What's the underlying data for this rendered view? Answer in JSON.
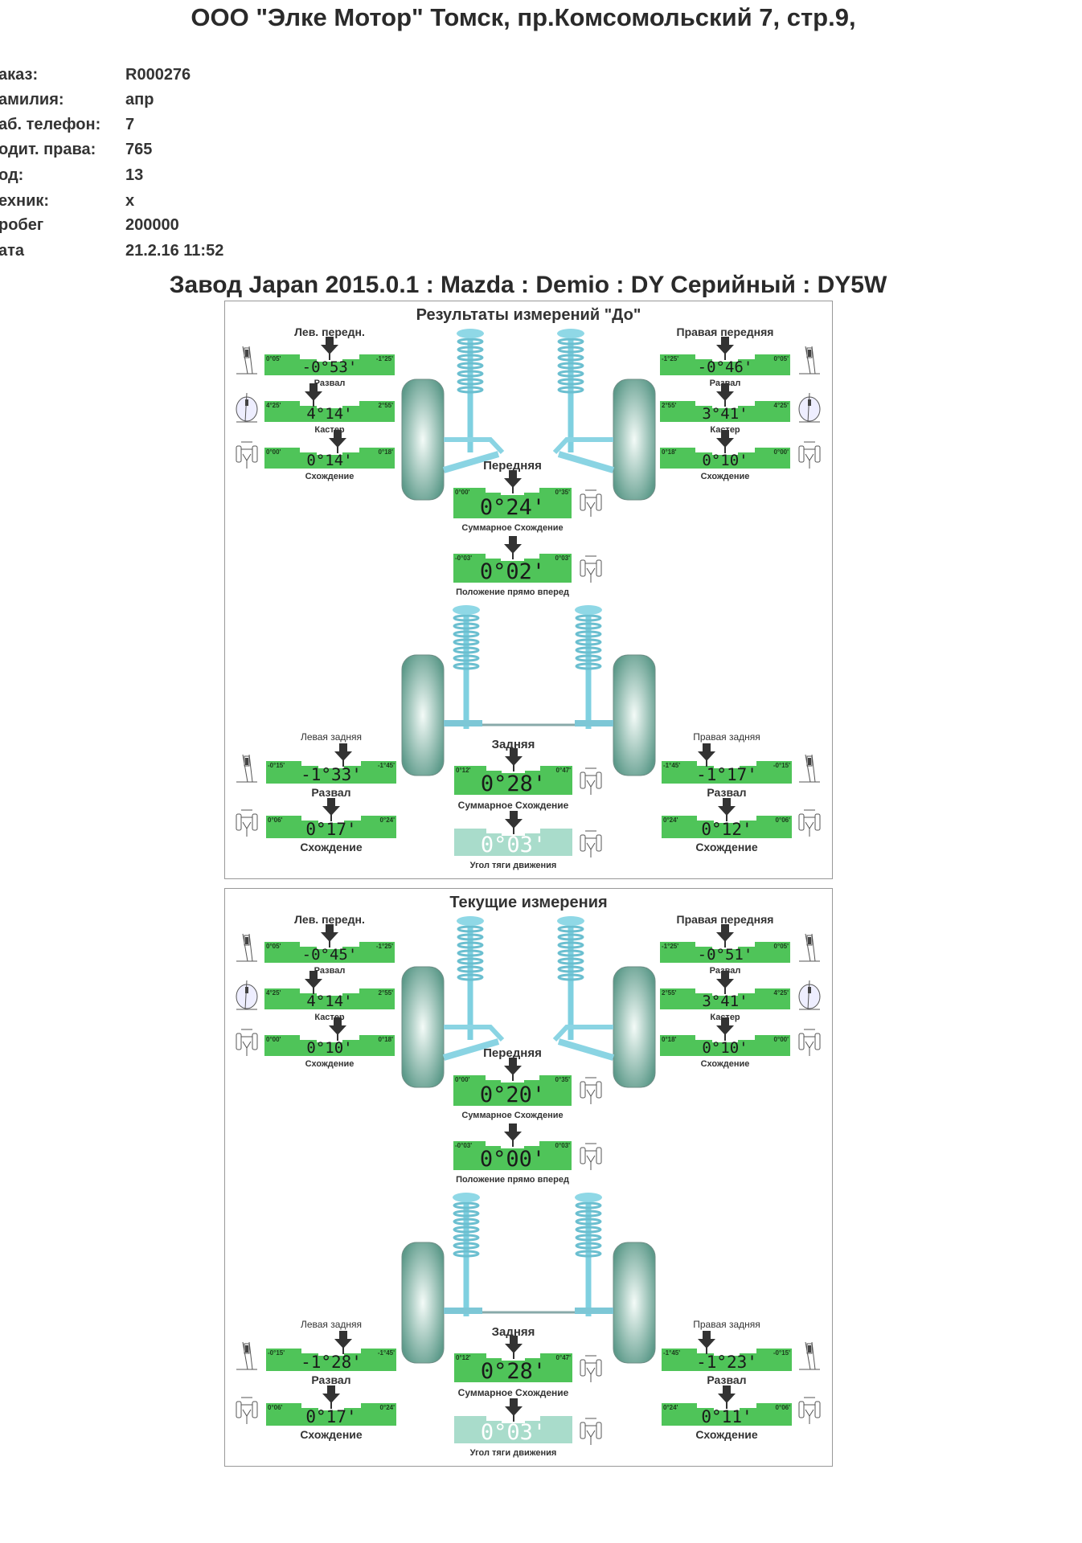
{
  "header": {
    "company": "ООО \"Элке Мотор\" Томск, пр.Комсомольский 7, стр.9,",
    "model_line": "Завод Japan 2015.0.1 : Mazda : Demio : DY Серийный : DY5W"
  },
  "info": [
    {
      "label": "аказ:",
      "value": "R000276"
    },
    {
      "label": "амилия:",
      "value": "апр"
    },
    {
      "label": "аб. телефон:",
      "value": "7"
    },
    {
      "label": "одит. права:",
      "value": "765"
    },
    {
      "label": "од:",
      "value": "13"
    },
    {
      "label": "ехник:",
      "value": "x"
    },
    {
      "label": "робег",
      "value": "200000"
    },
    {
      "label": "ата",
      "value": "21.2.16 11:52"
    }
  ],
  "panels": [
    {
      "title": "Результаты измерений \"До\"",
      "front_left": {
        "title": "Лев. передн.",
        "camber": {
          "label": "Развал",
          "min": "0°05'",
          "max": "-1°25'",
          "value": "-0°53'"
        },
        "caster": {
          "label": "Кастер",
          "min": "4°25'",
          "max": "2°55'",
          "value": "4°14'"
        },
        "toe": {
          "label": "Схождение",
          "min": "0°00'",
          "max": "0°18'",
          "value": "0°14'"
        }
      },
      "front_right": {
        "title": "Правая передняя",
        "camber": {
          "label": "Развал",
          "min": "-1°25'",
          "max": "0°05'",
          "value": "-0°46'"
        },
        "caster": {
          "label": "Кастер",
          "min": "2°55'",
          "max": "4°25'",
          "value": "3°41'"
        },
        "toe": {
          "label": "Схождение",
          "min": "0°18'",
          "max": "0°00'",
          "value": "0°10'"
        }
      },
      "front_axle": {
        "title": "Передняя",
        "total_toe": {
          "label": "Суммарное Схождение",
          "min": "0°00'",
          "max": "0°35'",
          "value": "0°24'"
        },
        "straight_ahead": {
          "label": "Положение прямо вперед",
          "min": "-0°03'",
          "max": "0°03'",
          "value": "0°02'"
        }
      },
      "rear_left": {
        "title": "Левая задняя",
        "camber": {
          "label": "Развал",
          "min": "-0°15'",
          "max": "-1°45'",
          "value": "-1°33'"
        },
        "toe": {
          "label": "Схождение",
          "min": "0°06'",
          "max": "0°24'",
          "value": "0°17'"
        }
      },
      "rear_axle": {
        "title": "Задняя",
        "total_toe": {
          "label": "Суммарное Схождение",
          "min": "0°12'",
          "max": "0°47'",
          "value": "0°28'"
        },
        "thrust_angle": {
          "label": "Угол тяги движения",
          "min": "",
          "max": "",
          "value": "0°03'"
        }
      },
      "rear_right": {
        "title": "Правая задняя",
        "camber": {
          "label": "Развал",
          "min": "-1°45'",
          "max": "-0°15'",
          "value": "-1°17'"
        },
        "toe": {
          "label": "Схождение",
          "min": "0°24'",
          "max": "0°06'",
          "value": "0°12'"
        }
      }
    },
    {
      "title": "Текущие измерения",
      "front_left": {
        "title": "Лев. передн.",
        "camber": {
          "label": "Развал",
          "min": "0°05'",
          "max": "-1°25'",
          "value": "-0°45'"
        },
        "caster": {
          "label": "Кастер",
          "min": "4°25'",
          "max": "2°55'",
          "value": "4°14'"
        },
        "toe": {
          "label": "Схождение",
          "min": "0°00'",
          "max": "0°18'",
          "value": "0°10'"
        }
      },
      "front_right": {
        "title": "Правая передняя",
        "camber": {
          "label": "Развал",
          "min": "-1°25'",
          "max": "0°05'",
          "value": "-0°51'"
        },
        "caster": {
          "label": "Кастер",
          "min": "2°55'",
          "max": "4°25'",
          "value": "3°41'"
        },
        "toe": {
          "label": "Схождение",
          "min": "0°18'",
          "max": "0°00'",
          "value": "0°10'"
        }
      },
      "front_axle": {
        "title": "Передняя",
        "total_toe": {
          "label": "Суммарное Схождение",
          "min": "0°00'",
          "max": "0°35'",
          "value": "0°20'"
        },
        "straight_ahead": {
          "label": "Положение прямо вперед",
          "min": "-0°03'",
          "max": "0°03'",
          "value": "0°00'"
        }
      },
      "rear_left": {
        "title": "Левая задняя",
        "camber": {
          "label": "Развал",
          "min": "-0°15'",
          "max": "-1°45'",
          "value": "-1°28'"
        },
        "toe": {
          "label": "Схождение",
          "min": "0°06'",
          "max": "0°24'",
          "value": "0°17'"
        }
      },
      "rear_axle": {
        "title": "Задняя",
        "total_toe": {
          "label": "Суммарное Схождение",
          "min": "0°12'",
          "max": "0°47'",
          "value": "0°28'"
        },
        "thrust_angle": {
          "label": "Угол тяги движения",
          "min": "",
          "max": "",
          "value": "0°03'"
        }
      },
      "rear_right": {
        "title": "Правая задняя",
        "camber": {
          "label": "Развал",
          "min": "-1°45'",
          "max": "-0°15'",
          "value": "-1°23'"
        },
        "toe": {
          "label": "Схождение",
          "min": "0°24'",
          "max": "0°06'",
          "value": "0°11'"
        }
      }
    }
  ],
  "colors": {
    "gauge_green": "#4fc459",
    "gauge_light": "#a9dccb",
    "strut_blue": "#7fd0e0"
  }
}
